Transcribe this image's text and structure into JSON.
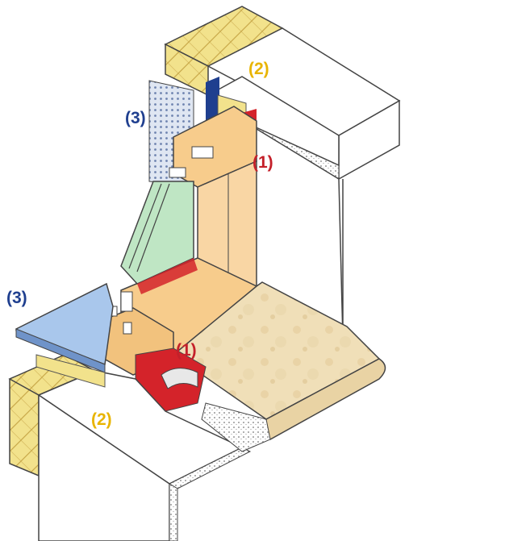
{
  "labels": {
    "l1_top": "(1)",
    "l1_bottom": "(1)",
    "l2_top": "(2)",
    "l2_bottom": "(2)",
    "l3_top": "(3)",
    "l3_left": "(3)"
  },
  "colors": {
    "label_1": "#c4202a",
    "label_2": "#e8b400",
    "label_3": "#1f3f8f",
    "wall": "#ffffff",
    "insulation": "#f2e28c",
    "wood_frame": "#f7cc8c",
    "glass": "#bfe6c4",
    "sill_stone": "#f0dfb8",
    "sealant_red": "#d4232a",
    "membrane_blue": "#1f3f8f",
    "flashing": "#a9c7ec"
  }
}
